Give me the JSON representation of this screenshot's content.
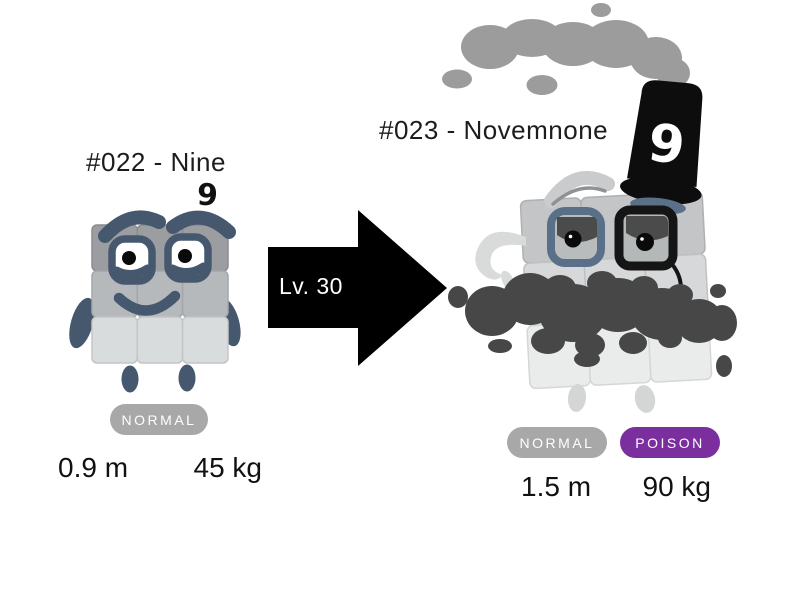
{
  "diagram": {
    "base": {
      "title": "#022 - Nine",
      "display_number": "9",
      "types": [
        {
          "label": "NORMAL",
          "color": "#a8a8a8"
        }
      ],
      "height": "0.9 m",
      "weight": "45 kg"
    },
    "evolution": {
      "condition": "Lv. 30"
    },
    "evolved": {
      "title": "#023 - Novemnone",
      "hat_number": "9",
      "types": [
        {
          "label": "NORMAL",
          "color": "#a8a8a8"
        },
        {
          "label": "POISON",
          "color": "#7b2f9f"
        }
      ],
      "height": "1.5 m",
      "weight": "90 kg"
    },
    "colors": {
      "background": "#ffffff",
      "arrow": "#000000",
      "type_normal": "#a8a8a8",
      "type_poison": "#7b2f9f",
      "base_limbs": "#46586e",
      "base_block_rows": [
        "#9b9da0",
        "#b6b9bb",
        "#d9dcdc"
      ],
      "evolved_block_rows": [
        "#c3c5c7",
        "#d6d8d9",
        "#eaecec"
      ],
      "smoke_light": "#9c9c9c",
      "smoke_dark": "#474747",
      "hat": "#0d0d0d"
    }
  }
}
